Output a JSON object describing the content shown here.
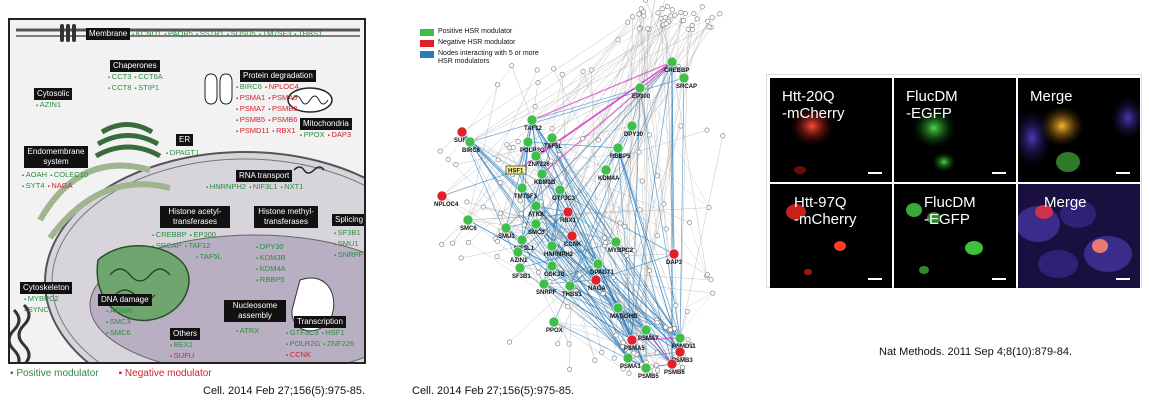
{
  "cell_diagram": {
    "compartments": {
      "membrane": {
        "label": "Membrane",
        "positive": [
          "KCND1",
          "PAQR5",
          "SSTR1",
          "SUSD5",
          "TM7SF3",
          "THBS1"
        ],
        "negative": []
      },
      "cytosolic": {
        "label": "Cytosolic",
        "positive": [
          "AZIN1"
        ],
        "negative": []
      },
      "chaperones": {
        "label": "Chaperones",
        "positive": [
          "CCT3",
          "CCT6A",
          "CCT8",
          "STIP1"
        ],
        "negative": []
      },
      "protein_degradation": {
        "label": "Protein degradation",
        "positive": [
          "BIRC6",
          "PSMA1",
          "PSMA7",
          "PSMB5",
          "PSMD11"
        ],
        "negative": [
          "NPLOC4",
          "PSMA5",
          "PSMB3",
          "PSMB6",
          "RBX1"
        ]
      },
      "mitochondria": {
        "label": "Mitochondria",
        "positive": [
          "PPOX"
        ],
        "negative": [
          "DAP3"
        ]
      },
      "er": {
        "label": "ER",
        "positive": [
          "DPAGT1"
        ],
        "negative": []
      },
      "endomembrane": {
        "label": "Endomembrane system",
        "positive": [
          "AOAH",
          "COLEC10",
          "SYT4"
        ],
        "negative": [
          "NAGA"
        ]
      },
      "rna_transport": {
        "label": "RNA transport",
        "positive": [
          "HNRNPH2",
          "NIF3L1",
          "NXT1"
        ],
        "negative": []
      },
      "histone_acetyl": {
        "label": "Histone acetyl- transferases",
        "positive": [
          "CREBBP",
          "EP300",
          "SRCAP",
          "TAF12",
          "TAF5L"
        ],
        "negative": []
      },
      "histone_methyl": {
        "label": "Histone methyl- transferases",
        "positive": [
          "DPY30",
          "KDM3B",
          "KDM4A",
          "RBBP5"
        ],
        "negative": []
      },
      "splicing": {
        "label": "Splicing",
        "positive": [
          "SF3B1",
          "SMU1",
          "SNRPF"
        ],
        "negative": []
      },
      "cytoskeleton": {
        "label": "Cytoskeleton",
        "positive": [
          "MYBPC2",
          "SYNC"
        ],
        "negative": []
      },
      "dna_damage": {
        "label": "DNA damage",
        "positive": [
          "ATMIN",
          "SMC3",
          "SMC6"
        ],
        "negative": []
      },
      "nucleosome": {
        "label": "Nucleosome assembly",
        "positive": [
          "ATRX"
        ],
        "negative": []
      },
      "others": {
        "label": "Others",
        "positive": [
          "BEX1"
        ],
        "negative": [
          "SUFU"
        ]
      },
      "transcription": {
        "label": "Transcription",
        "positive": [
          "GTF3C3",
          "HSF1",
          "POLR2G",
          "ZNF226"
        ],
        "negative": [
          "CCNK"
        ]
      }
    },
    "footer_positive": "Positive modulator",
    "footer_negative": "Negative modulator",
    "colors": {
      "positive": "#2f8a3f",
      "negative": "#d21f2a"
    }
  },
  "network": {
    "legend": [
      {
        "label": "Positive HSR modulator",
        "color": "#3fbf4a"
      },
      {
        "label": "Negative HSR modulator",
        "color": "#e0202a"
      },
      {
        "label": "Nodes interacting with 5 or more HSR modulators",
        "color": "#2a7ab8"
      }
    ],
    "labeled_nodes": [
      {
        "name": "CREBBP",
        "kind": "positive"
      },
      {
        "name": "SRCAP",
        "kind": "positive"
      },
      {
        "name": "EP300",
        "kind": "positive"
      },
      {
        "name": "SUFU",
        "kind": "negative"
      },
      {
        "name": "TAF12",
        "kind": "positive"
      },
      {
        "name": "BIRC6",
        "kind": "positive"
      },
      {
        "name": "POLR2G",
        "kind": "positive"
      },
      {
        "name": "TAF5L",
        "kind": "positive"
      },
      {
        "name": "DPY30",
        "kind": "positive"
      },
      {
        "name": "ZNF226",
        "kind": "positive"
      },
      {
        "name": "RBBP5",
        "kind": "positive"
      },
      {
        "name": "HSF1",
        "kind": "positive"
      },
      {
        "name": "KDM3B",
        "kind": "positive"
      },
      {
        "name": "KDM4A",
        "kind": "positive"
      },
      {
        "name": "TM7SF3",
        "kind": "positive"
      },
      {
        "name": "GTF3C3",
        "kind": "positive"
      },
      {
        "name": "NPLOC4",
        "kind": "negative"
      },
      {
        "name": "ATRX",
        "kind": "positive"
      },
      {
        "name": "RBX1",
        "kind": "negative"
      },
      {
        "name": "SMC6",
        "kind": "positive"
      },
      {
        "name": "SMC3",
        "kind": "positive"
      },
      {
        "name": "SMU1",
        "kind": "positive"
      },
      {
        "name": "CCNK",
        "kind": "negative"
      },
      {
        "name": "NIF3L1",
        "kind": "positive"
      },
      {
        "name": "HNRNPH2",
        "kind": "positive"
      },
      {
        "name": "MYBPC2",
        "kind": "positive"
      },
      {
        "name": "AZIN1",
        "kind": "positive"
      },
      {
        "name": "SF3B1",
        "kind": "positive"
      },
      {
        "name": "GSK3B",
        "kind": "positive"
      },
      {
        "name": "DPAGT1",
        "kind": "positive"
      },
      {
        "name": "DAP3",
        "kind": "negative"
      },
      {
        "name": "NAGA",
        "kind": "negative"
      },
      {
        "name": "SNRPF",
        "kind": "positive"
      },
      {
        "name": "THBS1",
        "kind": "positive"
      },
      {
        "name": "MAGOHB",
        "kind": "positive"
      },
      {
        "name": "PPOX",
        "kind": "positive"
      },
      {
        "name": "PSMA7",
        "kind": "positive"
      },
      {
        "name": "PSMD11",
        "kind": "positive"
      },
      {
        "name": "PSMA5",
        "kind": "negative"
      },
      {
        "name": "PSMB3",
        "kind": "negative"
      },
      {
        "name": "PSMA1",
        "kind": "positive"
      },
      {
        "name": "PSMB5",
        "kind": "positive"
      },
      {
        "name": "PSMB6",
        "kind": "negative"
      }
    ]
  },
  "micrographs": {
    "rows": [
      {
        "tiles": [
          {
            "label": "Htt-20Q\n-mCherry",
            "channel": "red"
          },
          {
            "label": "FlucDM\n-EGFP",
            "channel": "green"
          },
          {
            "label": "Merge",
            "channel": "merge"
          }
        ]
      },
      {
        "tiles": [
          {
            "label": "Htt-97Q\n-mCherry",
            "channel": "red"
          },
          {
            "label": "FlucDM\n-EGFP",
            "channel": "green"
          },
          {
            "label": "Merge",
            "channel": "merge"
          }
        ]
      }
    ]
  },
  "citations": {
    "left": "Cell. 2014 Feb 27;156(5):975-85.",
    "middle": "Cell. 2014 Feb 27;156(5):975-85.",
    "right": "Nat Methods. 2011 Sep 4;8(10):879-84."
  }
}
